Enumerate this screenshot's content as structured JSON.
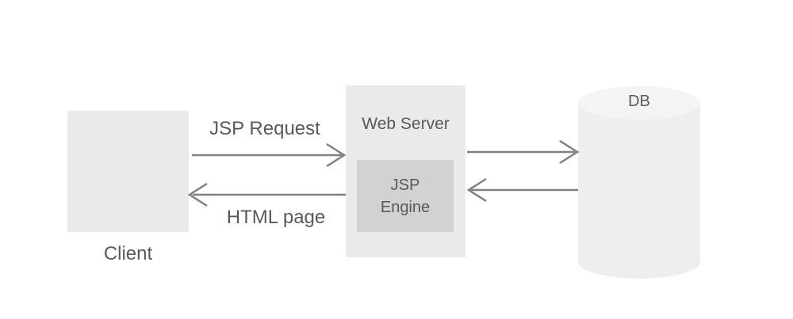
{
  "diagram": {
    "nodes": {
      "client": {
        "label": "Client"
      },
      "web_server": {
        "label": "Web Server",
        "engine": {
          "line1": "JSP",
          "line2": "Engine"
        }
      },
      "db": {
        "label": "DB"
      }
    },
    "edges": {
      "jsp_request": {
        "label": "JSP Request",
        "from": "client",
        "to": "web_server",
        "direction": "right"
      },
      "html_page": {
        "label": "HTML page",
        "from": "web_server",
        "to": "client",
        "direction": "left"
      },
      "server_to_db": {
        "label": "",
        "from": "web_server",
        "to": "db",
        "direction": "right"
      },
      "db_to_server": {
        "label": "",
        "from": "db",
        "to": "web_server",
        "direction": "left"
      }
    },
    "colors": {
      "background": "#ffffff",
      "node_fill": "#eaeaea",
      "engine_fill": "#d2d2d2",
      "db_body_fill": "#eeeeee",
      "db_top_fill": "#f4f4f4",
      "arrow": "#808080",
      "text": "#595959"
    }
  }
}
